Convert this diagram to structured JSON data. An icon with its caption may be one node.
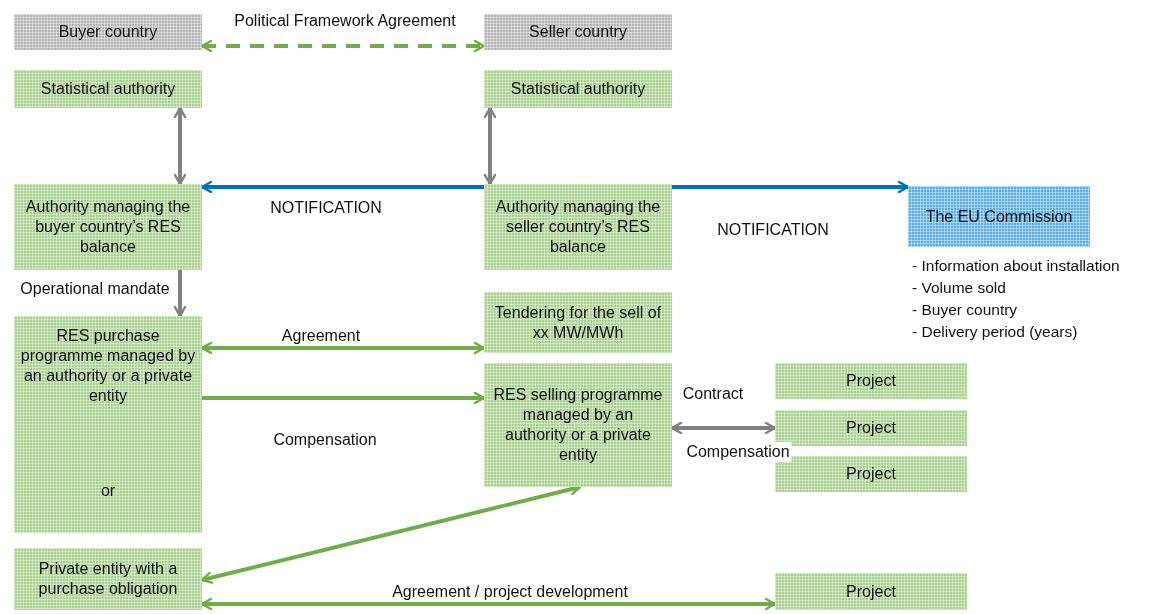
{
  "diagram": {
    "nodes": [
      {
        "text": [
          "Buyer country"
        ]
      },
      {
        "text": [
          "Seller country"
        ]
      },
      {
        "text": [
          "Statistical authority"
        ]
      },
      {
        "text": [
          "Statistical authority"
        ]
      },
      {
        "text": [
          "Authority managing the buyer country’s RES balance"
        ]
      },
      {
        "text": [
          "Authority managing the seller country’s RES balance"
        ]
      },
      {
        "text": [
          "The EU Commission"
        ],
        "beside": [
          "- Information about installation",
          "- Volume sold",
          "- Buyer country",
          "- Delivery period (years)"
        ]
      },
      {
        "text": [
          "RES purchase programme managed by an authority or a private entity",
          "or"
        ]
      },
      {
        "text": [
          "Tendering for the sell of xx MW/MWh"
        ]
      },
      {
        "text": [
          "RES selling programme managed by an authority or a private entity"
        ]
      },
      {
        "text": [
          "Project"
        ]
      },
      {
        "text": [
          "Project"
        ]
      },
      {
        "text": [
          "Project"
        ]
      },
      {
        "text": [
          "Private entity with a purchase obligation"
        ]
      },
      {
        "text": [
          "Project"
        ]
      }
    ],
    "edges": [
      {
        "from": 0,
        "to": 1,
        "arrow": "both",
        "label": "Political Framework Agreement",
        "style": "dashed"
      },
      {
        "from": 2,
        "to": 4,
        "arrow": "both",
        "color": "#808080"
      },
      {
        "from": 3,
        "to": 5,
        "arrow": "both",
        "color": "#808080"
      },
      {
        "from": 5,
        "to": 4,
        "arrow": "to",
        "label": "NOTIFICATION",
        "color": "#0070c0"
      },
      {
        "from": 5,
        "to": 6,
        "arrow": "to",
        "label": "NOTIFICATION",
        "color": "#0070c0"
      },
      {
        "from": 4,
        "to": 7,
        "arrow": "to",
        "label": "Operational mandate",
        "color": "#808080"
      },
      {
        "from": 7,
        "to": 8,
        "arrow": "both",
        "label": "Agreement"
      },
      {
        "from": 7,
        "to": 9,
        "arrow": "to",
        "label": "Compensation"
      },
      {
        "from": 9,
        "to": 11,
        "arrow": "both",
        "label": "Contract",
        "color": "#808080"
      },
      {
        "from": 13,
        "to": 9,
        "arrow": "both"
      },
      {
        "from": 13,
        "to": 14,
        "arrow": "both",
        "label": "Agreement / project development"
      }
    ],
    "labels": [
      "Compensation"
    ]
  }
}
